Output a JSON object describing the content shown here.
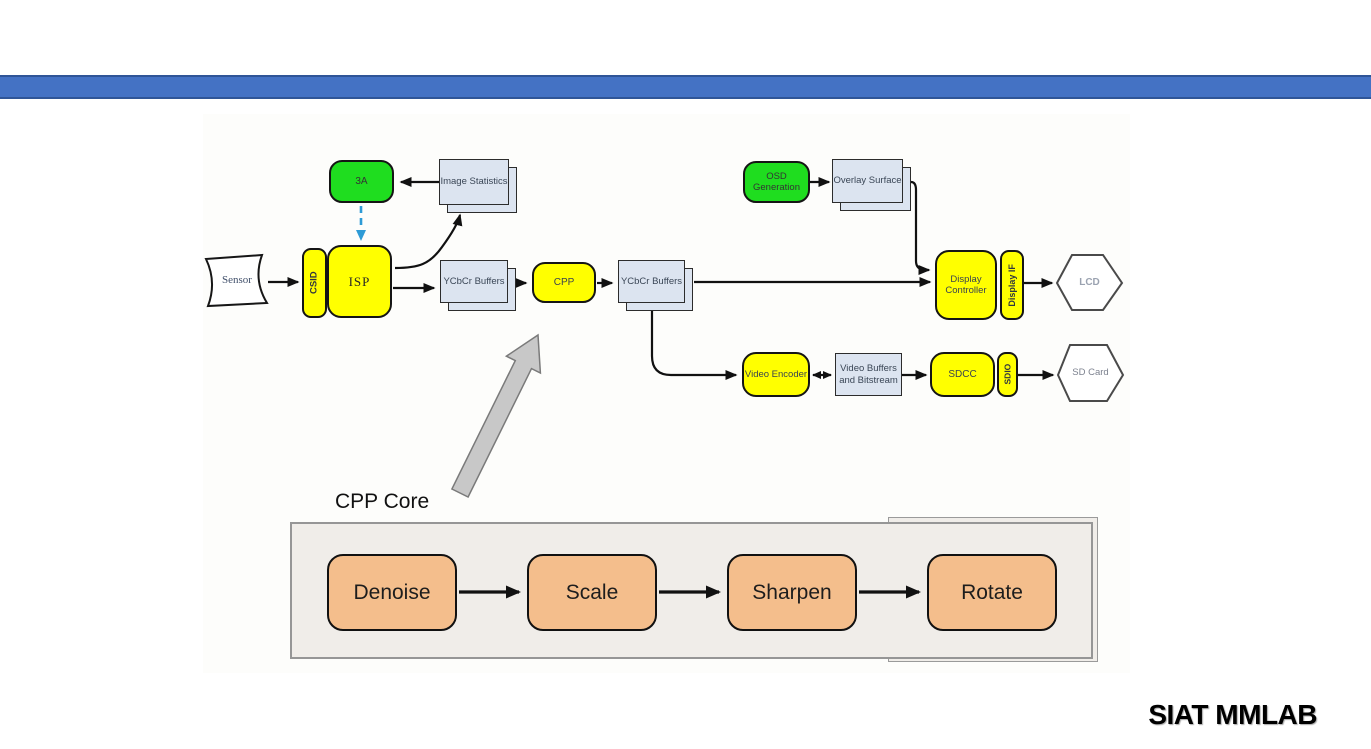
{
  "slide": {
    "accent_bar_color": "#4472C4",
    "accent_bar_border_color": "#2F5597",
    "footer_logo": "SIAT MMLAB"
  },
  "diagram": {
    "cpp_core_label": "CPP Core",
    "nodes": {
      "sensor": "Sensor",
      "csid": "CSID",
      "isp": "ISP",
      "three_a": "3A",
      "image_statistics": "Image Statistics",
      "ycbcr_buffers_1": "YCbCr Buffers",
      "cpp": "CPP",
      "ycbcr_buffers_2": "YCbCr Buffers",
      "osd_generation": "OSD Generation",
      "overlay_surface": "Overlay Surface",
      "display_controller": "Display Controller",
      "display_if": "Display IF",
      "lcd": "LCD",
      "video_encoder": "Video Encoder",
      "video_buffers": "Video Buffers and Bitstream",
      "sdcc": "SDCC",
      "sdio": "SDIO",
      "sd_card": "SD Card"
    },
    "cpp_pipeline": [
      "Denoise",
      "Scale",
      "Sharpen",
      "Rotate"
    ],
    "colors": {
      "block_yellow": "#FFFF00",
      "block_green": "#1FDD1F",
      "buffer_fill": "#DCE4F0",
      "pipeline_orange": "#F4BE8C",
      "pipeline_shell": "#F0EDE9",
      "wire_black": "#111111",
      "feedback_blue": "#2E9BD6",
      "big_arrow_gray": "#C8C8C8"
    }
  }
}
